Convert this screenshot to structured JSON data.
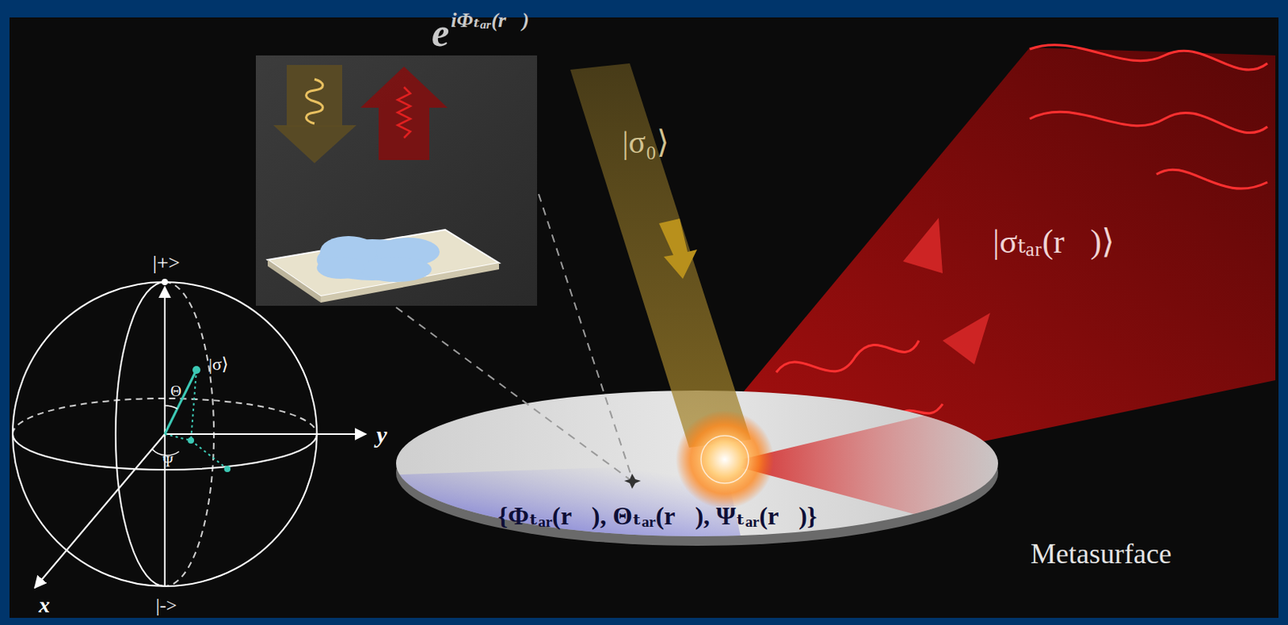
{
  "diagram": {
    "nodes": [
      {
        "text": [
          "e",
          "iΦₜₐᵣ(r⃗)"
        ]
      },
      {
        "text": [
          "{Φₜₐᵣ(r⃗), Θₜₐᵣ(r⃗), Ψₜₐᵣ(r⃗)}",
          "Metasurface"
        ]
      }
    ],
    "labels": [
      "|+>",
      "|->",
      "|σ⟩",
      "Θ",
      "Ψ",
      "x",
      "y",
      "|σ₀⟩",
      "|σₜₐᵣ(r⃗)⟩"
    ]
  }
}
